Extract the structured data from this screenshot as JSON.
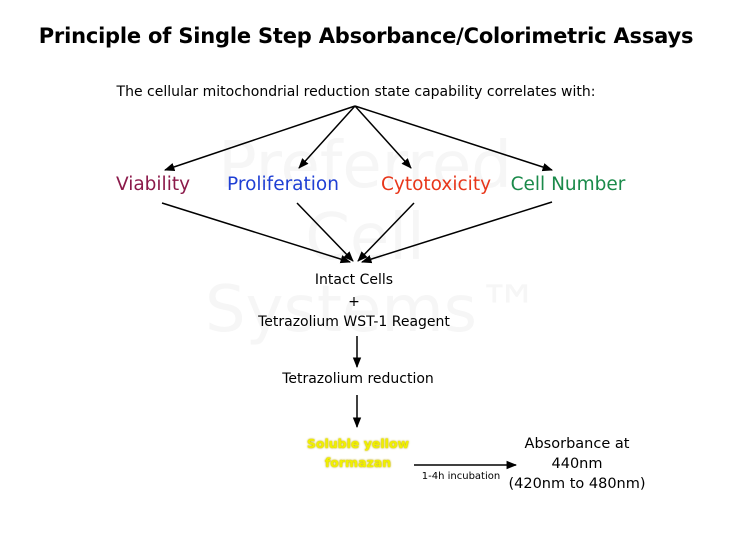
{
  "title": "Principle of Single Step Absorbance/Colorimetric Assays",
  "subtitle": "The cellular mitochondrial reduction state capability correlates with:",
  "watermark": {
    "line1": "Preferred",
    "line2": "Cell",
    "line3": "Systems™"
  },
  "categories": [
    {
      "label": "Viability",
      "color": "#8b1a4a"
    },
    {
      "label": "Proliferation",
      "color": "#1f3fd4"
    },
    {
      "label": "Cytotoxicity",
      "color": "#e8361a"
    },
    {
      "label": "Cell Number",
      "color": "#1a8a4a"
    }
  ],
  "steps": {
    "intact_cells": "Intact Cells",
    "plus": "+",
    "reagent": "Tetrazolium WST-1 Reagent",
    "reduction": "Tetrazolium reduction",
    "formazan_line1": "Soluble yellow",
    "formazan_line2": "formazan",
    "incubation": "1-4h incubation",
    "absorbance_line1": "Absorbance at",
    "absorbance_line2": "440nm",
    "absorbance_line3": "(420nm to 480nm)"
  }
}
